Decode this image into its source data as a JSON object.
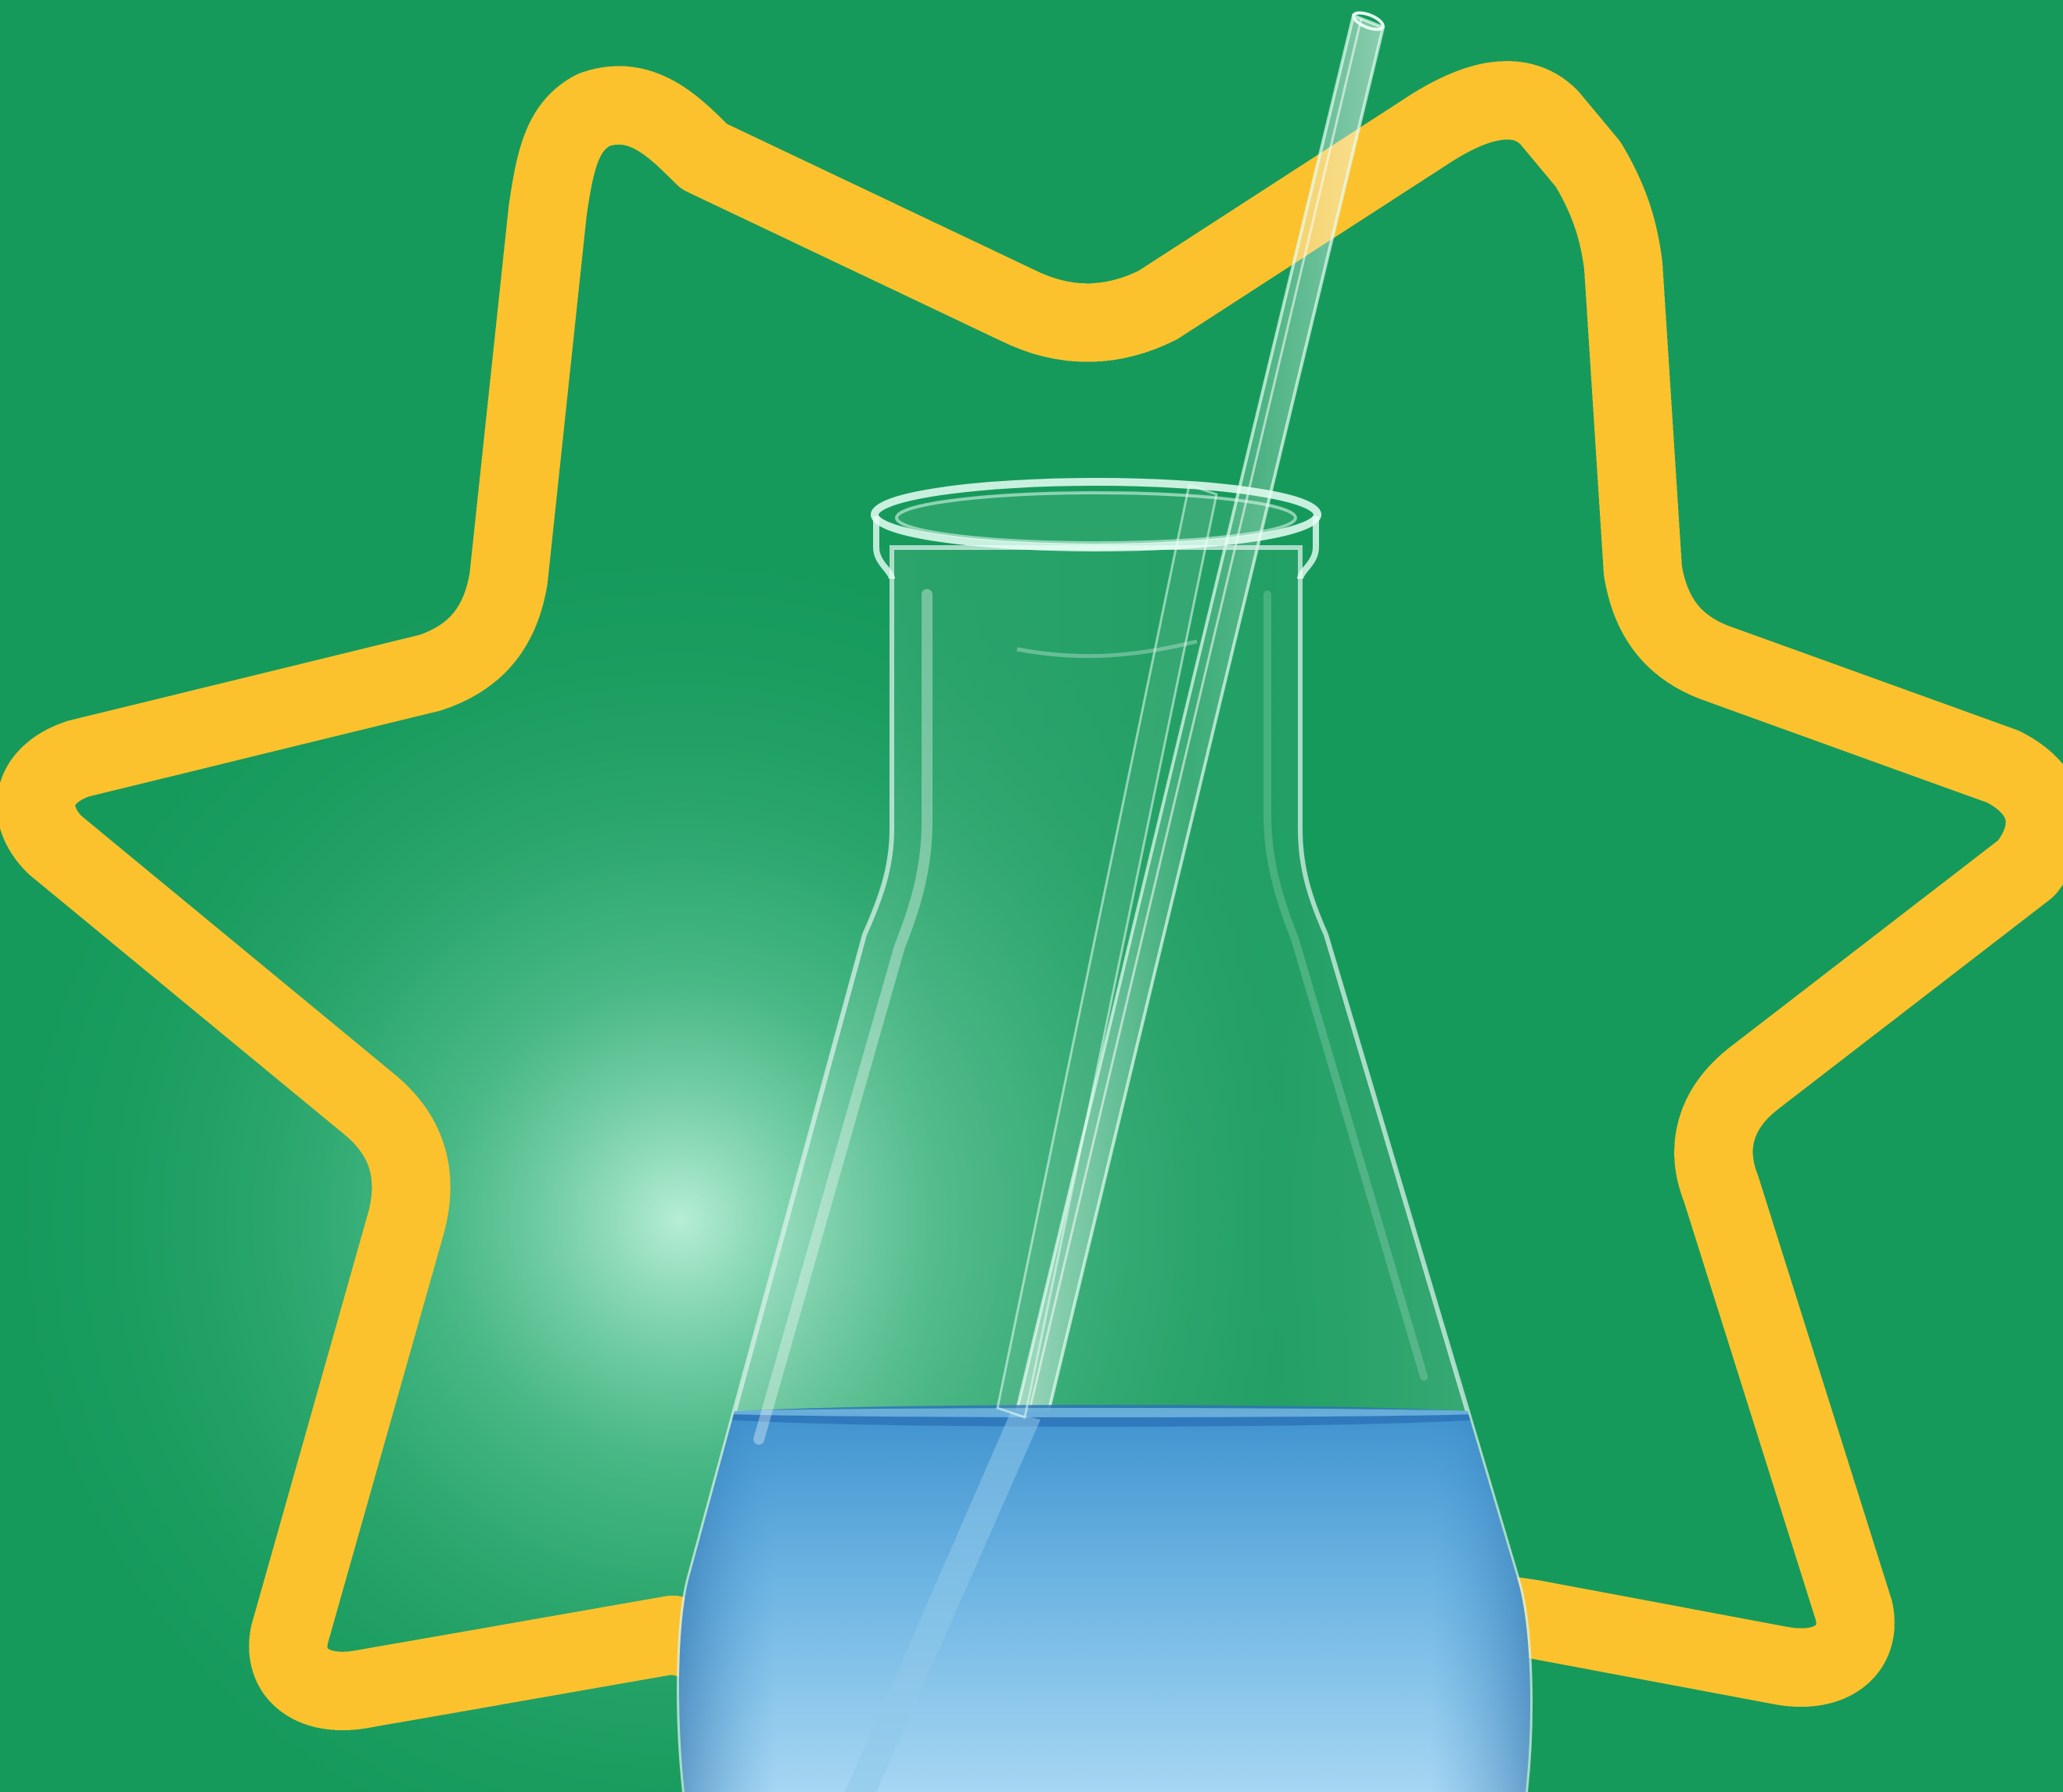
{
  "scene": {
    "background_color": "#169a5c",
    "glow_color": "#bff2dc",
    "subject": "erlenmeyer-flask",
    "frame": "wavy-seven-point-star-outline",
    "frame_stripes": [
      "#fbc22e",
      "#33c1d4",
      "#ee4a94",
      "#33c1d4",
      "#fbc22e"
    ],
    "liquid_color": "#3f92cf",
    "liquid_light_color": "#a6d6f2",
    "glass_tint": "#d9f2ea",
    "liquid_fill_fraction": 0.38
  }
}
